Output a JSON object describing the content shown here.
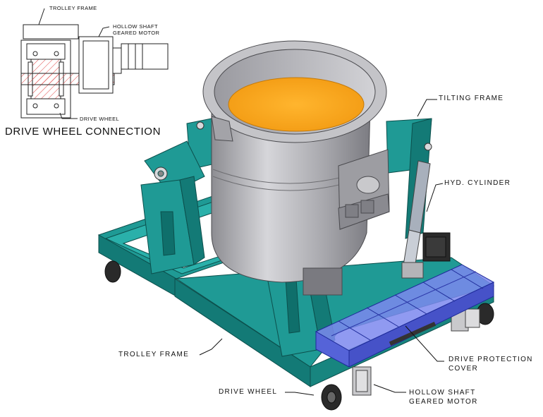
{
  "inset": {
    "title": "DRIVE WHEEL CONNECTION",
    "labels": {
      "trolley_frame": "TROLLEY FRAME",
      "hollow_shaft_line1": "HOLLOW SHAFT",
      "hollow_shaft_line2": "GEARED MOTOR",
      "drive_wheel": "DRIVE WHEEL"
    }
  },
  "callouts": {
    "tilting_frame": "TILTING FRAME",
    "hyd_cylinder": "HYD. CYLINDER",
    "drive_protection_line1": "DRIVE PROTECTION",
    "drive_protection_line2": "COVER",
    "trolley_frame": "TROLLEY FRAME",
    "drive_wheel": "DRIVE WHEEL",
    "hollow_shaft_line1": "HOLLOW SHAFT",
    "hollow_shaft_line2": "GEARED MOTOR"
  },
  "colors": {
    "frame_teal": "#1f9a95",
    "frame_teal_dark": "#137a76",
    "ladle_grey": "#b8b8bc",
    "molten_metal": "#f5a623",
    "cover_blue": "#5563d8",
    "hatch_red": "#e04040"
  }
}
